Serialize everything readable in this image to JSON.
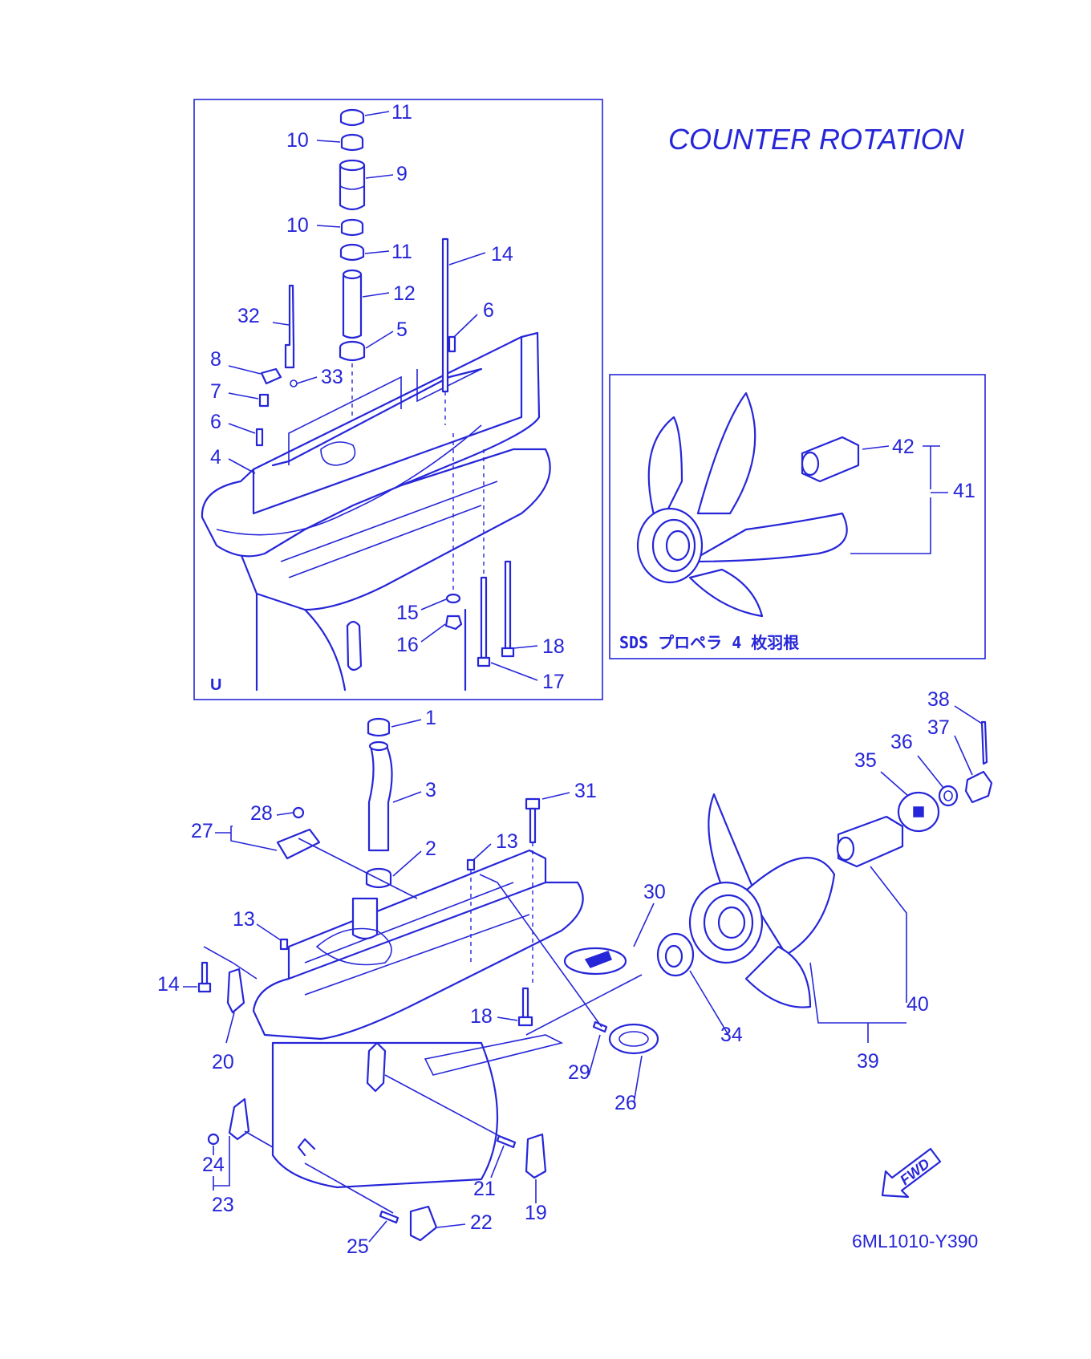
{
  "title": "COUNTER ROTATION",
  "diagram_code": "6ML1010-Y390",
  "upper_box_marker": "U",
  "inset_caption": "SDS プロペラ 4 枚羽根",
  "fwd_label": "FWD",
  "ink_color": "#2626d9",
  "parts": [
    {
      "id": "p11a",
      "label": "11"
    },
    {
      "id": "p10a",
      "label": "10"
    },
    {
      "id": "p9",
      "label": "9"
    },
    {
      "id": "p10b",
      "label": "10"
    },
    {
      "id": "p11b",
      "label": "11"
    },
    {
      "id": "p14a",
      "label": "14"
    },
    {
      "id": "p12",
      "label": "12"
    },
    {
      "id": "p32",
      "label": "32"
    },
    {
      "id": "p6a",
      "label": "6"
    },
    {
      "id": "p5",
      "label": "5"
    },
    {
      "id": "p8",
      "label": "8"
    },
    {
      "id": "p33",
      "label": "33"
    },
    {
      "id": "p7",
      "label": "7"
    },
    {
      "id": "p6b",
      "label": "6"
    },
    {
      "id": "p4",
      "label": "4"
    },
    {
      "id": "p15",
      "label": "15"
    },
    {
      "id": "p16",
      "label": "16"
    },
    {
      "id": "p18a",
      "label": "18"
    },
    {
      "id": "p17",
      "label": "17"
    },
    {
      "id": "p42",
      "label": "42"
    },
    {
      "id": "p41",
      "label": "41"
    },
    {
      "id": "p1",
      "label": "1"
    },
    {
      "id": "p3",
      "label": "3"
    },
    {
      "id": "p31",
      "label": "31"
    },
    {
      "id": "p28",
      "label": "28"
    },
    {
      "id": "p27",
      "label": "27"
    },
    {
      "id": "p2",
      "label": "2"
    },
    {
      "id": "p13a",
      "label": "13"
    },
    {
      "id": "p13b",
      "label": "13"
    },
    {
      "id": "p38",
      "label": "38"
    },
    {
      "id": "p37",
      "label": "37"
    },
    {
      "id": "p36",
      "label": "36"
    },
    {
      "id": "p35",
      "label": "35"
    },
    {
      "id": "p30",
      "label": "30"
    },
    {
      "id": "p14b",
      "label": "14"
    },
    {
      "id": "p20",
      "label": "20"
    },
    {
      "id": "p18b",
      "label": "18"
    },
    {
      "id": "p34",
      "label": "34"
    },
    {
      "id": "p40",
      "label": "40"
    },
    {
      "id": "p29",
      "label": "29"
    },
    {
      "id": "p26",
      "label": "26"
    },
    {
      "id": "p39",
      "label": "39"
    },
    {
      "id": "p24",
      "label": "24"
    },
    {
      "id": "p23",
      "label": "23"
    },
    {
      "id": "p21",
      "label": "21"
    },
    {
      "id": "p19",
      "label": "19"
    },
    {
      "id": "p22",
      "label": "22"
    },
    {
      "id": "p25",
      "label": "25"
    }
  ]
}
